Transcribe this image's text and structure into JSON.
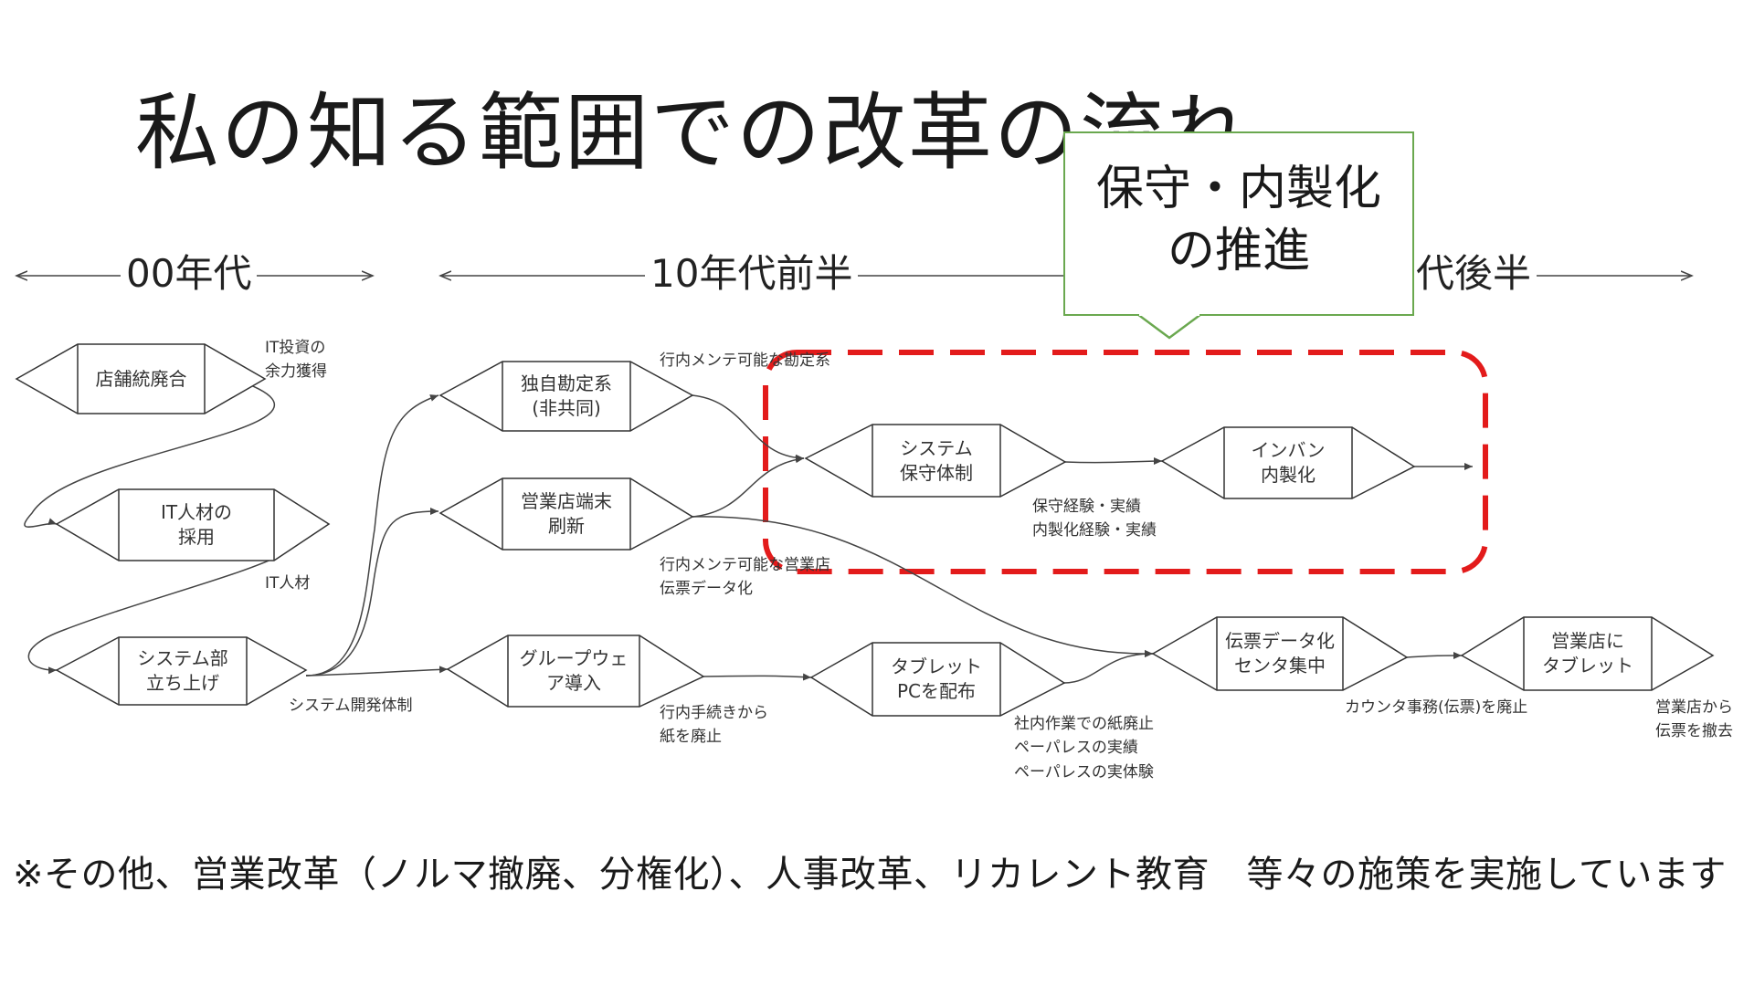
{
  "title": "私の知る範囲での改革の流れ",
  "eras": [
    "00年代",
    "10年代前半",
    "代後半"
  ],
  "callout": "保守・内製化\nの推進",
  "nodes": [
    {
      "id": "n1",
      "label": "店舗統廃合"
    },
    {
      "id": "n2",
      "label": "IT人材の\n採用"
    },
    {
      "id": "n3",
      "label": "システム部\n立ち上げ"
    },
    {
      "id": "n4",
      "label": "独自勘定系\n(非共同)"
    },
    {
      "id": "n5",
      "label": "営業店端末\n刷新"
    },
    {
      "id": "n6",
      "label": "グループウェ\nア導入"
    },
    {
      "id": "n7",
      "label": "システム\n保守体制"
    },
    {
      "id": "n8",
      "label": "インバン\n内製化"
    },
    {
      "id": "n9",
      "label": "タブレット\nPCを配布"
    },
    {
      "id": "n10",
      "label": "伝票データ化\nセンタ集中"
    },
    {
      "id": "n11",
      "label": "営業店に\nタブレット"
    }
  ],
  "notes": [
    "IT投資の\n余力獲得",
    "IT人材",
    "システム開発体制",
    "行内メンテ可能な勘定系",
    "行内メンテ可能な営業店\n伝票データ化",
    "行内手続きから\n紙を廃止",
    "保守経験・実績\n内製化経験・実績",
    "社内作業での紙廃止\nペーパレスの実績\nペーパレスの実体験",
    "カウンタ事務(伝票)を廃止",
    "営業店から\n伝票を撤去"
  ],
  "footer": "※その他、営業改革（ノルマ撤廃、分権化）、人事改革、リカレント教育　等々の施策を実施しています",
  "colors": {
    "highlight_box": "#e31b1b",
    "callout_border": "#6aa84f",
    "lines": "#444444"
  }
}
